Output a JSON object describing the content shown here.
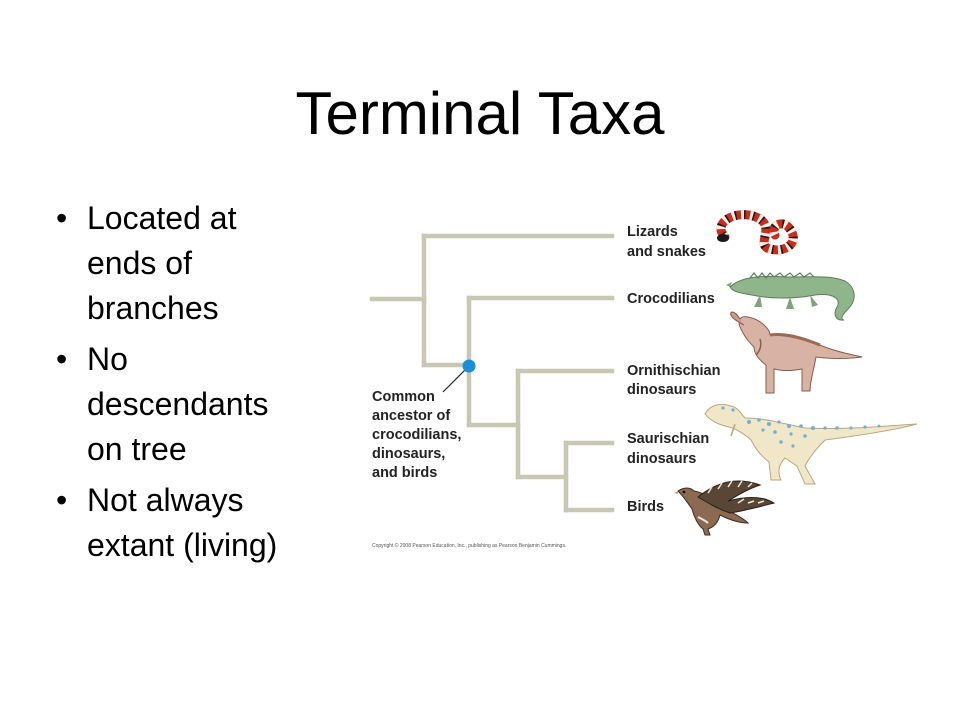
{
  "slide": {
    "title": "Terminal Taxa",
    "bullets": [
      {
        "lines": [
          "Located at",
          "ends of",
          "branches"
        ]
      },
      {
        "lines": [
          "No",
          "descendants",
          "on tree"
        ]
      },
      {
        "lines": [
          "Not always",
          "extant (living)"
        ]
      }
    ]
  },
  "diagram": {
    "branch_color": "#c7c7b3",
    "node_color": "#1a8ed8",
    "taxa": [
      {
        "label_lines": [
          "Lizards",
          "and snakes"
        ],
        "icon": "snake-icon"
      },
      {
        "label_lines": [
          "Crocodilians"
        ],
        "icon": "crocodile-icon"
      },
      {
        "label_lines": [
          "Ornithischian",
          "dinosaurs"
        ],
        "icon": "ornithischian-icon"
      },
      {
        "label_lines": [
          "Saurischian",
          "dinosaurs"
        ],
        "icon": "saurischian-icon"
      },
      {
        "label_lines": [
          "Birds"
        ],
        "icon": "bird-icon"
      }
    ],
    "ancestor_label_lines": [
      "Common",
      "ancestor of",
      "crocodilians,",
      "dinosaurs,",
      "and birds"
    ],
    "copyright": "Copyright © 2008 Pearson Education, Inc., publishing as Pearson Benjamin Cummings."
  }
}
